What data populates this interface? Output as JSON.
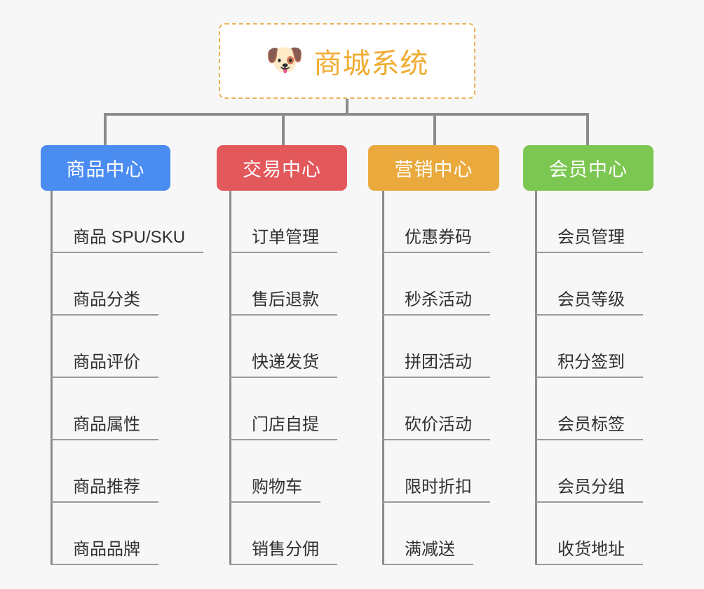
{
  "diagram": {
    "type": "tree",
    "background_color": "#f7f7f7",
    "line_color": "#8c8c8c"
  },
  "root": {
    "title": "商城系统",
    "icon": "dog-face-emoji",
    "icon_glyph": "🐶",
    "border_color": "#e9b35a",
    "text_color": "#f0ac33"
  },
  "columns": [
    {
      "header": "商品中心",
      "color": "#4a8cf0",
      "items": [
        "商品 SPU/SKU",
        "商品分类",
        "商品评价",
        "商品属性",
        "商品推荐",
        "商品品牌"
      ]
    },
    {
      "header": "交易中心",
      "color": "#e2585b",
      "items": [
        "订单管理",
        "售后退款",
        "快递发货",
        "门店自提",
        "购物车",
        "销售分佣"
      ]
    },
    {
      "header": "营销中心",
      "color": "#e9a93c",
      "items": [
        "优惠券码",
        "秒杀活动",
        "拼团活动",
        "砍价活动",
        "限时折扣",
        "满减送"
      ]
    },
    {
      "header": "会员中心",
      "color": "#7cc751",
      "items": [
        "会员管理",
        "会员等级",
        "积分签到",
        "会员标签",
        "会员分组",
        "收货地址"
      ]
    }
  ]
}
